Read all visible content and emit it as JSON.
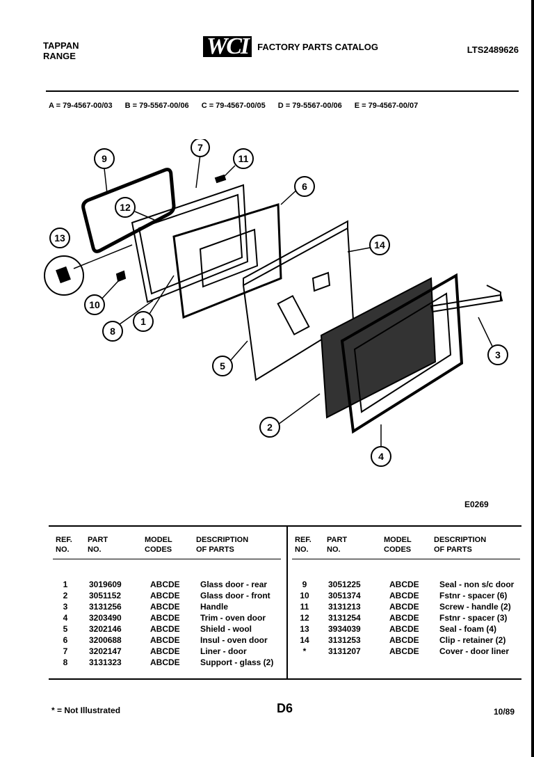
{
  "header": {
    "brand": "TAPPAN",
    "product": "RANGE",
    "logo_text": "WCI",
    "catalog_title": "FACTORY PARTS CATALOG",
    "model_number": "LTS2489626"
  },
  "model_variants": [
    "A = 79-4567-00/03",
    "B = 79-5567-00/06",
    "C = 79-4567-00/05",
    "D = 79-5567-00/06",
    "E = 79-4567-00/07"
  ],
  "diagram": {
    "callouts": [
      "9",
      "7",
      "11",
      "6",
      "12",
      "13",
      "14",
      "10",
      "8",
      "1",
      "5",
      "3",
      "2",
      "4"
    ],
    "code": "E0269"
  },
  "table": {
    "headers": {
      "ref": "REF.\nNO.",
      "part": "PART\nNO.",
      "model": "MODEL\nCODES",
      "desc": "DESCRIPTION\nOF PARTS"
    },
    "left_rows": [
      {
        "ref": "1",
        "part": "3019609",
        "model": "ABCDE",
        "desc": "Glass door - rear"
      },
      {
        "ref": "2",
        "part": "3051152",
        "model": "ABCDE",
        "desc": "Glass door - front"
      },
      {
        "ref": "3",
        "part": "3131256",
        "model": "ABCDE",
        "desc": "Handle"
      },
      {
        "ref": "4",
        "part": "3203490",
        "model": "ABCDE",
        "desc": "Trim - oven door"
      },
      {
        "ref": "5",
        "part": "3202146",
        "model": "ABCDE",
        "desc": "Shield - wool"
      },
      {
        "ref": "6",
        "part": "3200688",
        "model": "ABCDE",
        "desc": "Insul - oven door"
      },
      {
        "ref": "7",
        "part": "3202147",
        "model": "ABCDE",
        "desc": "Liner - door"
      },
      {
        "ref": "8",
        "part": "3131323",
        "model": "ABCDE",
        "desc": "Support - glass (2)"
      }
    ],
    "right_rows": [
      {
        "ref": "9",
        "part": "3051225",
        "model": "ABCDE",
        "desc": "Seal - non s/c door"
      },
      {
        "ref": "10",
        "part": "3051374",
        "model": "ABCDE",
        "desc": "Fstnr - spacer (6)"
      },
      {
        "ref": "11",
        "part": "3131213",
        "model": "ABCDE",
        "desc": "Screw - handle (2)"
      },
      {
        "ref": "12",
        "part": "3131254",
        "model": "ABCDE",
        "desc": "Fstnr - spacer (3)"
      },
      {
        "ref": "13",
        "part": "3934039",
        "model": "ABCDE",
        "desc": "Seal - foam (4)"
      },
      {
        "ref": "14",
        "part": "3131253",
        "model": "ABCDE",
        "desc": "Clip - retainer (2)"
      },
      {
        "ref": "*",
        "part": "3131207",
        "model": "ABCDE",
        "desc": "Cover - door liner"
      }
    ]
  },
  "footer": {
    "note": "* = Not Illustrated",
    "page": "D6",
    "date": "10/89"
  }
}
